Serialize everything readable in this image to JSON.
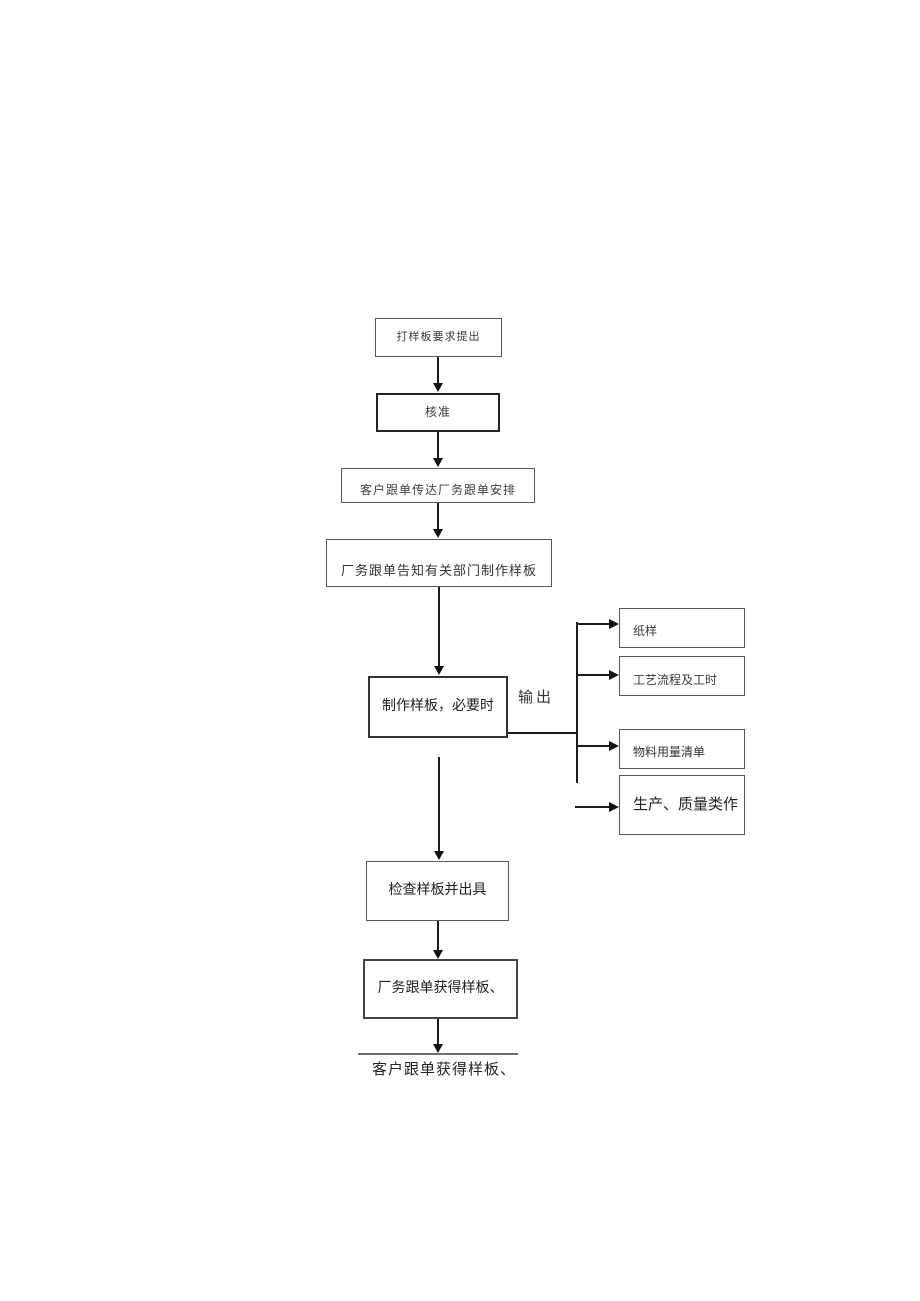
{
  "flowchart": {
    "main": {
      "request": "打样板要求提出",
      "approve": "核准",
      "convey": "客户跟单传达厂务跟单安排",
      "notify": "厂务跟单告知有关部门制作样板",
      "make": "制作样板，必要时",
      "inspect": "检查样板并出具",
      "factory_obtain": "厂务跟单获得样板、",
      "customer_obtain": "客户跟单获得样板、"
    },
    "output_label": "输出",
    "outputs": [
      "纸样",
      "工艺流程及工时",
      "物料用量清单",
      "生产、质量类作"
    ],
    "colors": {
      "background": "#ffffff",
      "line": "#1c1c1c",
      "box_border": "#575757",
      "text": "#2b2b2b"
    }
  }
}
